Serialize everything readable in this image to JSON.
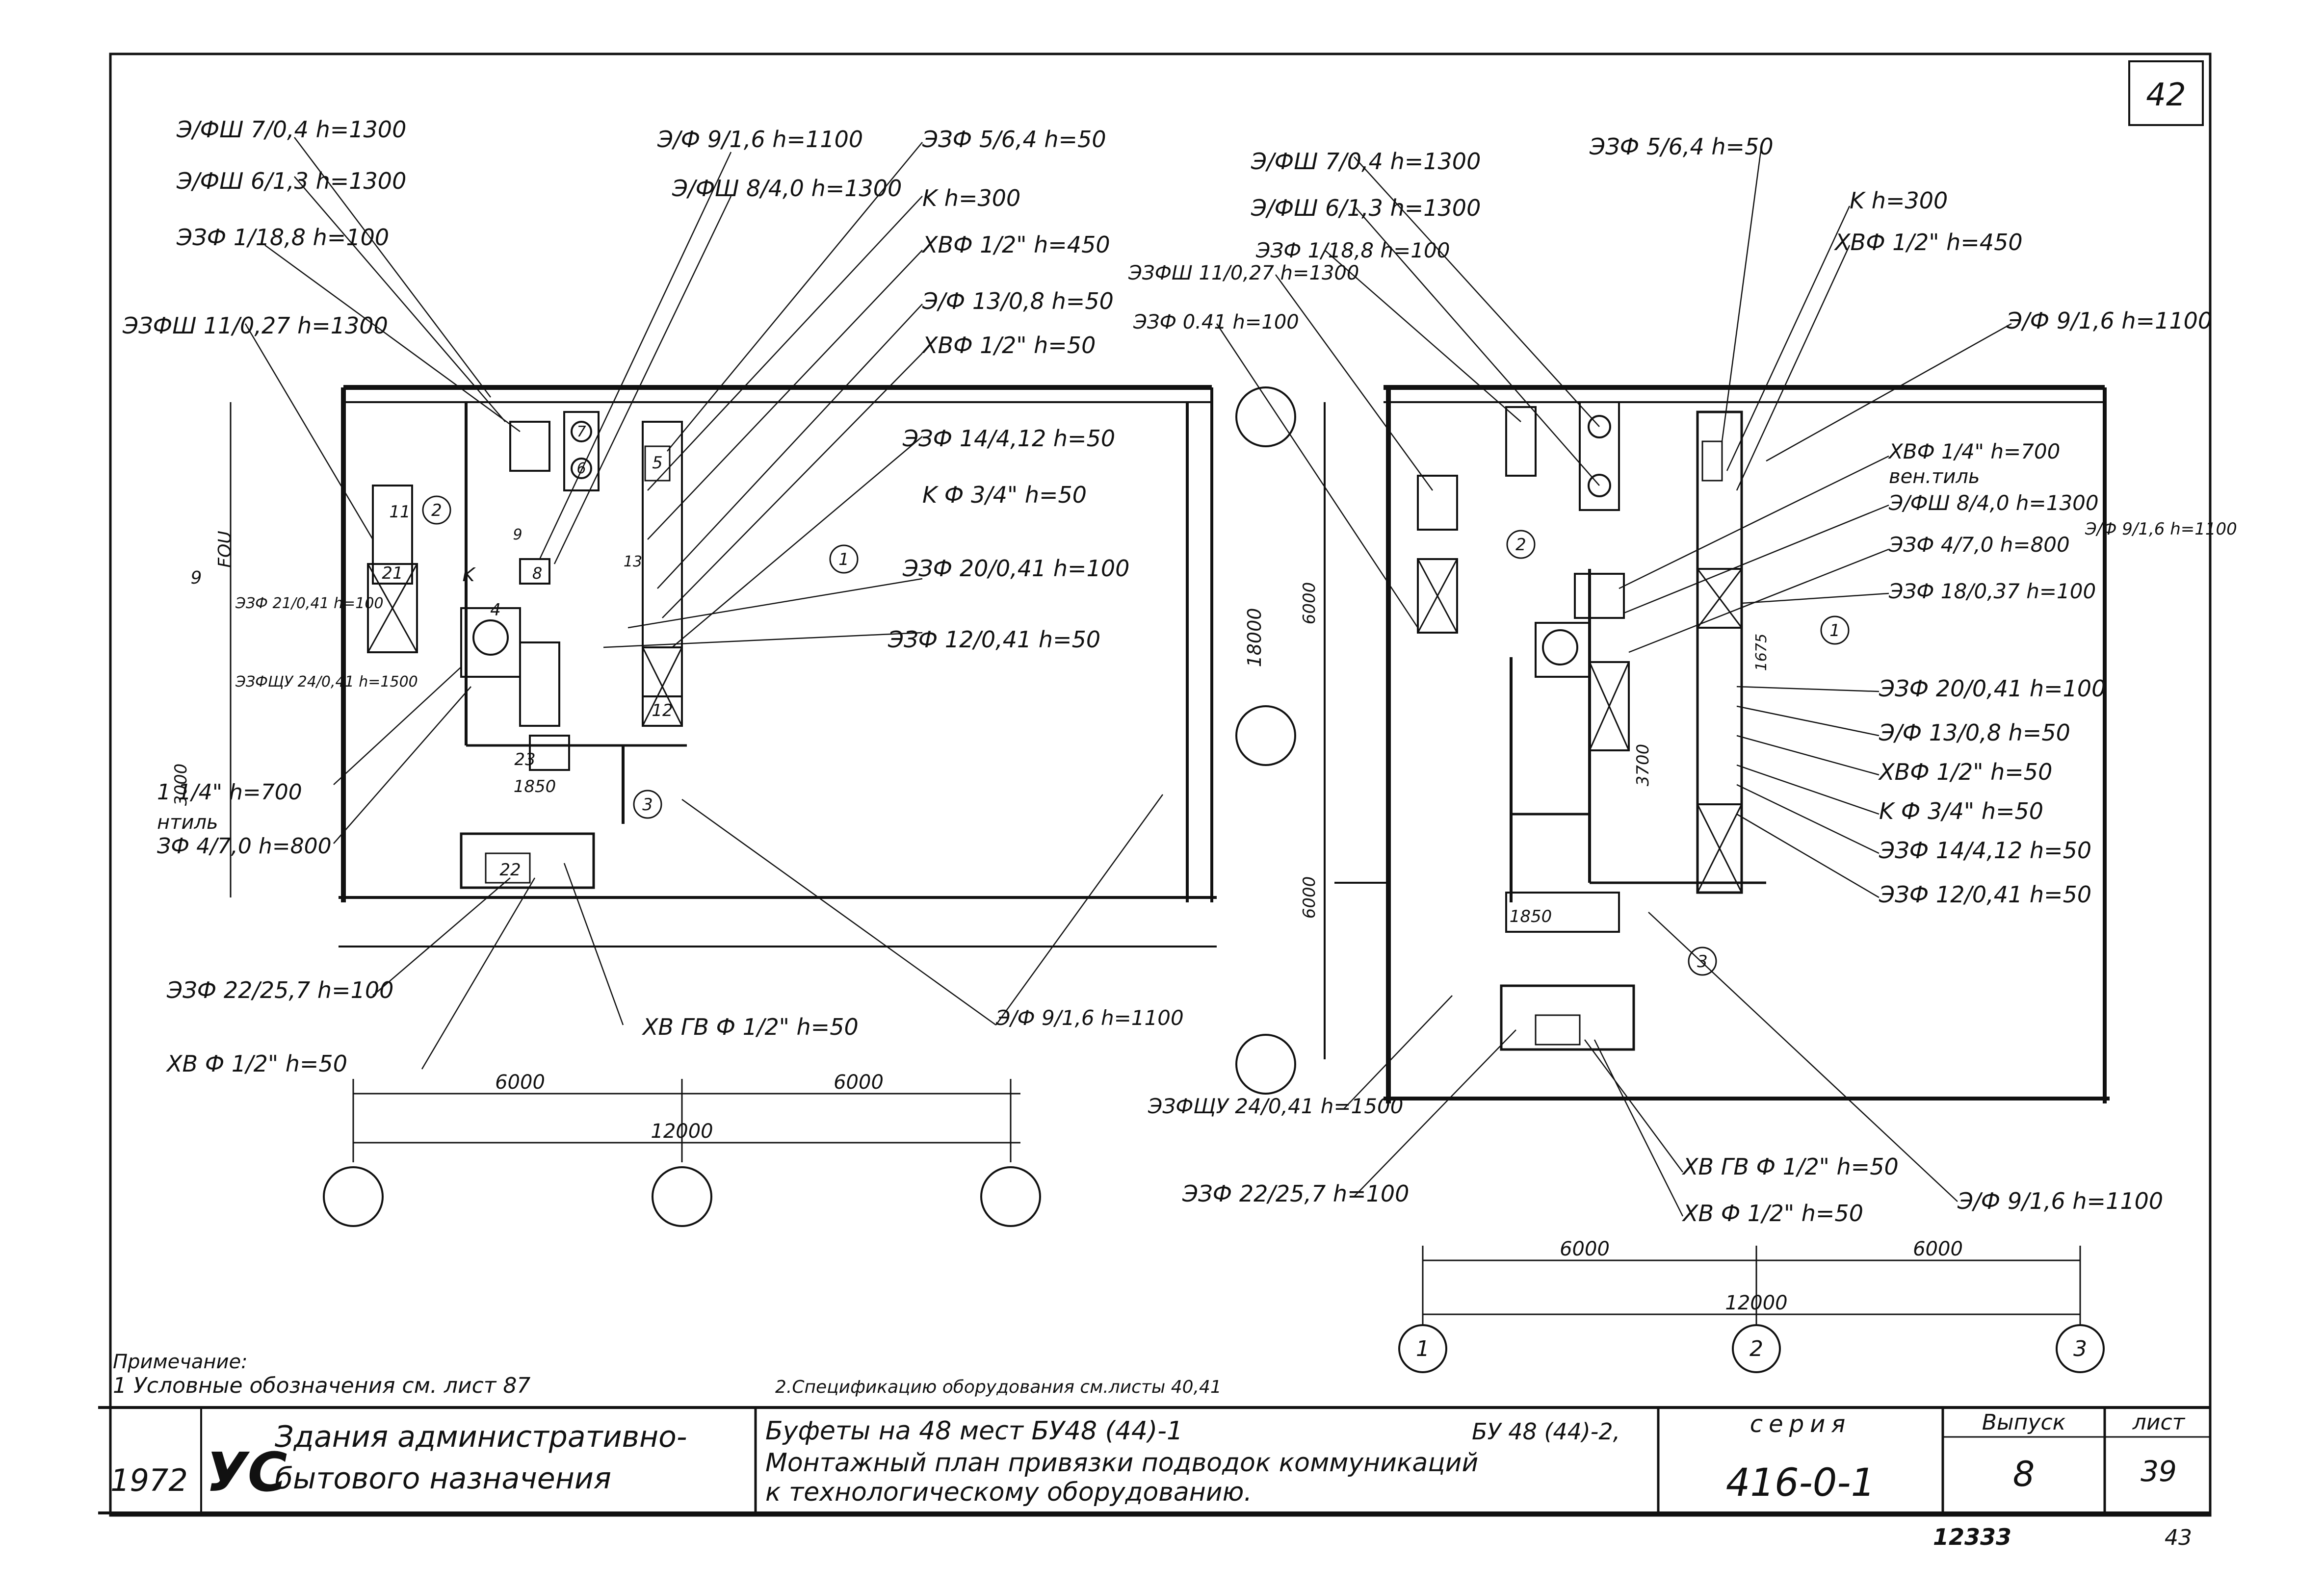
{
  "sheet": {
    "corner_number": "42",
    "bottom_number": "12333",
    "bottom_page": "43"
  },
  "left_plan": {
    "callouts": [
      "Э/ФШ 7/0,4 h=1300",
      "Э/ФШ 6/1,3 h=1300",
      "ЭЗФ 1/18,8 h=100",
      "ЭЗФШ 11/0,27 h=1300",
      "Э/Ф 9/1,6 h=1100",
      "Э/ФШ 8/4,0 h=1300",
      "ЭЗФ 5/6,4 h=50",
      "K h=300",
      "ХВФ 1/2\" h=450",
      "Э/Ф 13/0,8 h=50",
      "ХВФ 1/2\" h=50",
      "ЭЗФ 14/4,12 h=50",
      "K Ф 3/4\" h=50",
      "ЭЗФ 20/0,41 h=100",
      "ЭЗФ 12/0,41 h=50",
      "ЭЗФ 21/0,41 h=100",
      "ЭЗФЩУ 24/0,41 h=1500",
      "1 1/4\" h=700",
      "нтиль",
      "ЗФ 4/7,0 h=800",
      "ЭЗФ 22/25,7 h=100",
      "ХВ ГВ Ф 1/2\" h=50",
      "ХВ Ф 1/2\" h=50",
      "Э/Ф 9/1,6 h=1100"
    ],
    "dims": [
      "6000",
      "6000",
      "12000",
      "1850",
      "9",
      "FOU",
      "3000"
    ],
    "room_labels": [
      "2",
      "1",
      "3"
    ],
    "equipment": [
      "11",
      "21",
      "7",
      "6",
      "8",
      "K",
      "4",
      "5",
      "13",
      "12",
      "23",
      "22",
      "9"
    ]
  },
  "right_plan": {
    "callouts": [
      "Э/ФШ 7/0,4 h=1300",
      "Э/ФШ 6/1,3 h=1300",
      "ЭЗФ 1/18,8 h=100",
      "ЭЗФШ 11/0,27 h=1300",
      "ЭЗФ 0.41 h=100",
      "ЭЗФ 5/6,4 h=50",
      "K h=300",
      "ХВФ 1/2\" h=450",
      "Э/Ф 9/1,6 h=1100",
      "ХВФ 1/4\" h=700",
      "вен.тиль",
      "Э/ФШ 8/4,0 h=1300",
      "ЭЗФ 4/7,0 h=800",
      "ЭЗФ 18/0,37 h=100",
      "ЭЗФ 20/0,41 h=100",
      "Э/Ф 13/0,8 h=50",
      "ХВФ 1/2\" h=50",
      "K Ф 3/4\" h=50",
      "ЭЗФ 14/4,12 h=50",
      "ЭЗФ 12/0,41 h=50",
      "ЭЗФЩУ 24/0,41 h=1500",
      "ЭЗФ 22/25,7 h=100",
      "ХВ ГВ Ф 1/2\" h=50",
      "ХВ Ф 1/2\" h=50",
      "Э/Ф 9/1,6 h=1100",
      "Э/Ф 9/1,6 h=1100"
    ],
    "dims": [
      "6000",
      "6000",
      "12000",
      "1850",
      "18000",
      "6000",
      "3700",
      "1675",
      "6000"
    ],
    "axes": [
      "1",
      "2",
      "3"
    ],
    "room_labels": [
      "2",
      "1",
      "3"
    ]
  },
  "notes": {
    "heading": "Примечание:",
    "line1": "1 Условные обозначения см. лист 87",
    "line2": "2.Спецификацию оборудования см.листы 40,41"
  },
  "title_block": {
    "year": "1972",
    "logo": "УС",
    "org_line1": "Здания административно-",
    "org_line2": "бытового назначения",
    "title_line1": "Буфеты на 48 мест БУ48 (44)-1",
    "title_line1b": "БУ 48 (44)-2,",
    "title_line2": "Монтажный план привязки подводок коммуникаций",
    "title_line3": "к технологическому оборудованию.",
    "series_label": "серия",
    "series_value": "416-0-1",
    "issue_label": "Выпуск",
    "issue_value": "8",
    "sheet_label": "лист",
    "sheet_value": "39"
  }
}
